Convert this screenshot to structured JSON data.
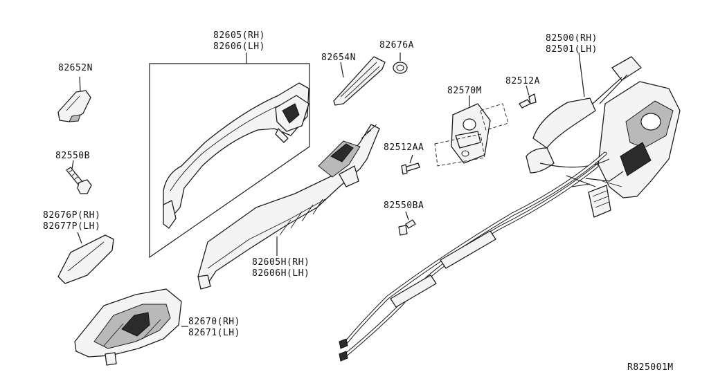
{
  "labels": {
    "p82652n": "82652N",
    "p82605rh": "82605(RH)",
    "p82606lh": "82606(LH)",
    "p82654n": "82654N",
    "p82676a": "82676A",
    "p82500rh": "82500(RH)",
    "p82501lh": "82501(LH)",
    "p82570m": "82570M",
    "p82512a": "82512A",
    "p82550b": "82550B",
    "p82512aa": "82512AA",
    "p82676prh": "82676P(RH)",
    "p82677plh": "82677P(LH)",
    "p82550ba": "82550BA",
    "p82605hrh": "82605H(RH)",
    "p82606hlh": "82606H(LH)",
    "p82670rh": "82670(RH)",
    "p82671lh": "82671(LH)",
    "ref": "R825001M"
  }
}
